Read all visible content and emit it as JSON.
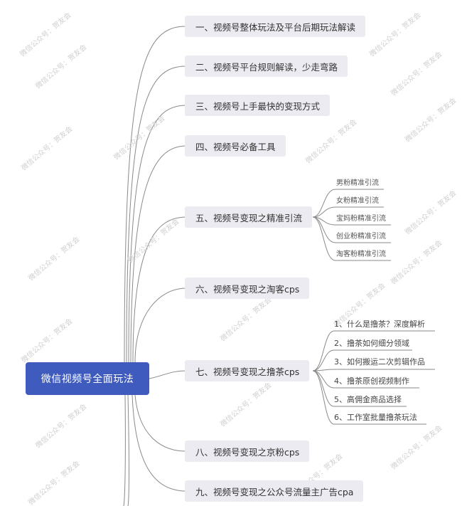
{
  "root": {
    "label": "微信视频号全面玩法",
    "color": "#3f5bbd"
  },
  "branches": [
    {
      "label": "一、视频号整体玩法及平台后期玩法解读",
      "children": []
    },
    {
      "label": "二、视频号平台规则解读，少走弯路",
      "children": []
    },
    {
      "label": "三、视频号上手最快的变现方式",
      "children": []
    },
    {
      "label": "四、视频号必备工具",
      "children": []
    },
    {
      "label": "五、视频号变现之精准引流",
      "children": [
        "男粉精准引流",
        "女粉精准引流",
        "宝妈粉精准引流",
        "创业粉精准引流",
        "淘客粉精准引流"
      ]
    },
    {
      "label": "六、视频号变现之淘客cps",
      "children": []
    },
    {
      "label": "七、视频号变现之撸茶cps",
      "children": [
        "1、什么是撸茶？深度解析",
        "2、撸茶如何细分领域",
        "3、如何搬运二次剪辑作品",
        "4、撸茶原创视频制作",
        "5、高佣金商品选择",
        "6、工作室批量撸茶玩法"
      ]
    },
    {
      "label": "八、视频号变现之京粉cps",
      "children": []
    },
    {
      "label": "九、视频号变现之公众号流量主广告cpa",
      "children": []
    }
  ],
  "watermark": {
    "text": "微信公众号：贺友会"
  }
}
